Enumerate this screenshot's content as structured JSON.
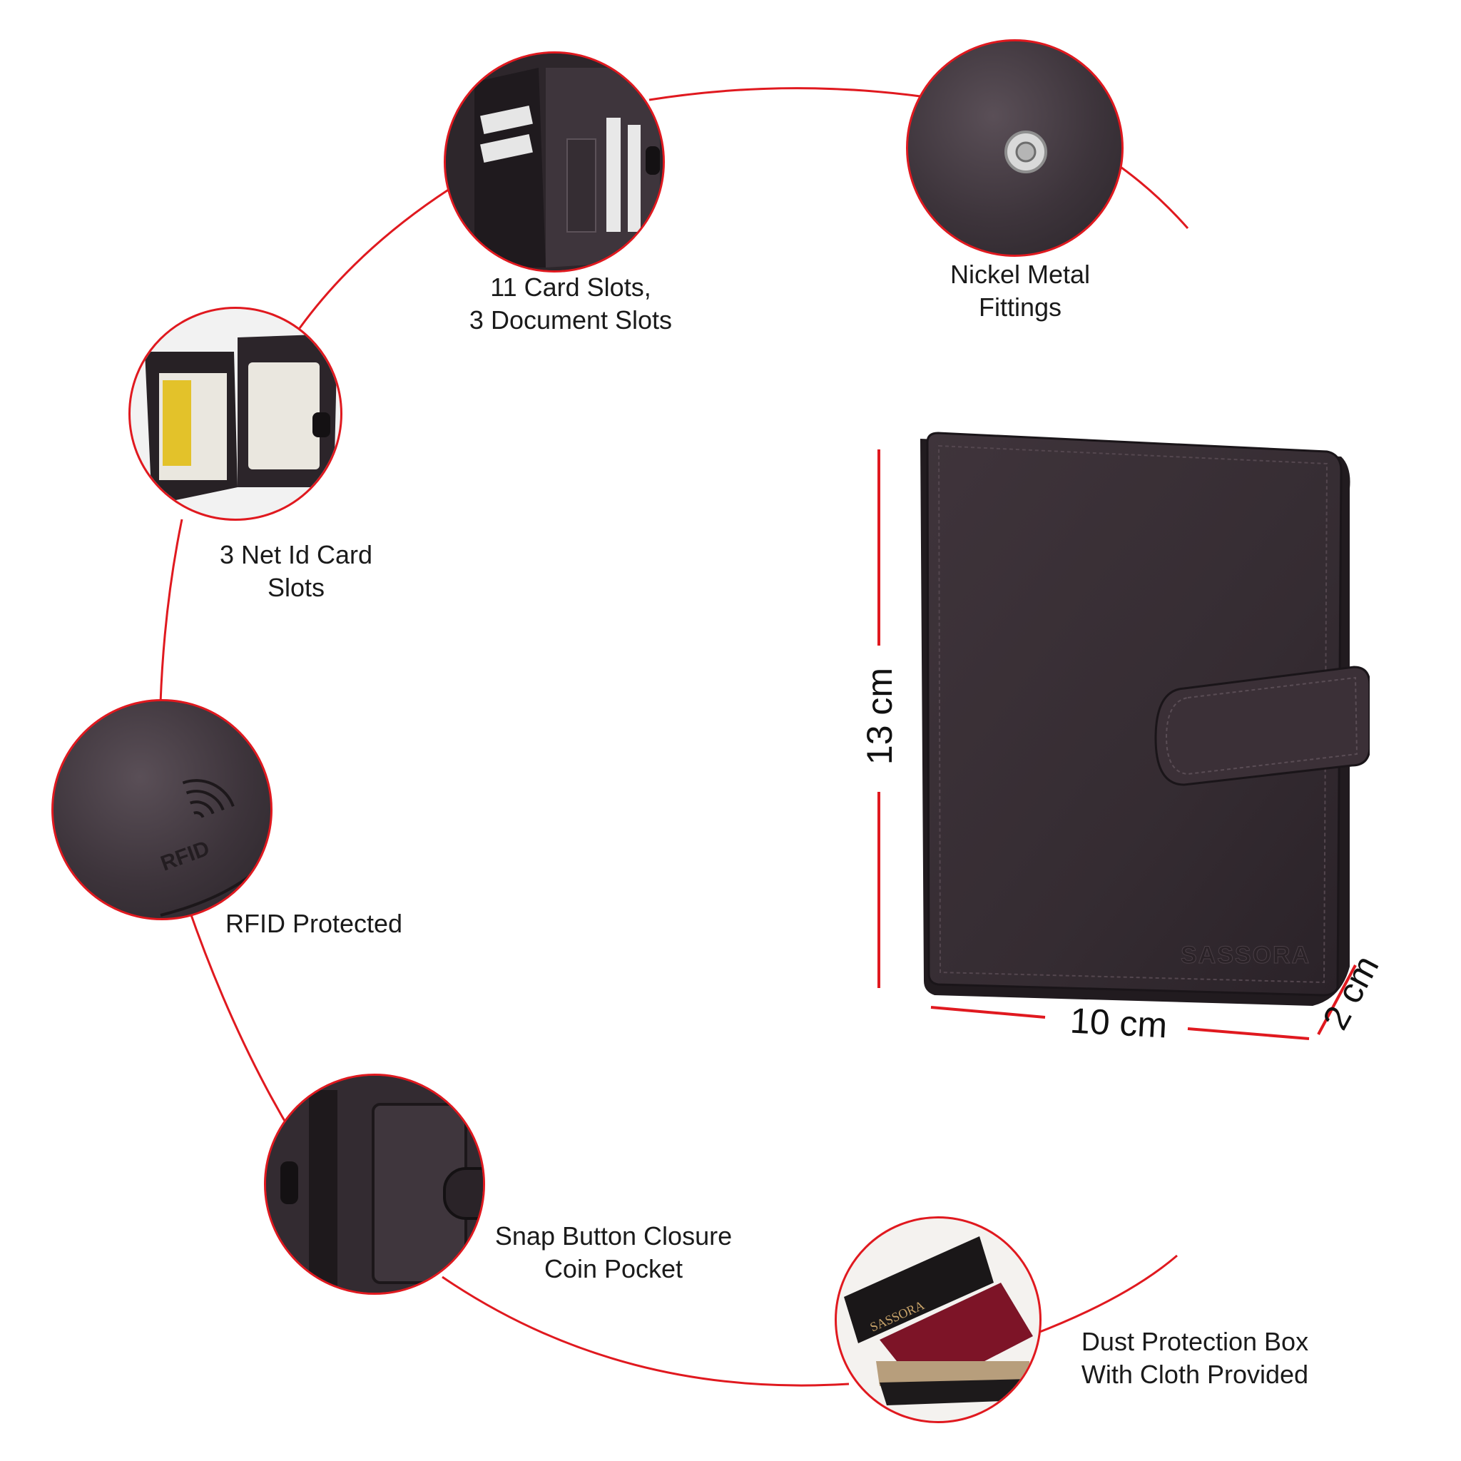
{
  "features": [
    {
      "id": "card-slots",
      "lines": [
        "11 Card Slots,",
        "3 Document Slots"
      ]
    },
    {
      "id": "nickel-metal",
      "lines": [
        "Nickel Metal",
        "Fittings"
      ]
    },
    {
      "id": "net-id",
      "lines": [
        "3 Net Id Card",
        "Slots"
      ]
    },
    {
      "id": "rfid",
      "lines": [
        "RFID Protected"
      ]
    },
    {
      "id": "snap-button",
      "lines": [
        "Snap Button Closure",
        "Coin Pocket"
      ]
    },
    {
      "id": "dust-box",
      "lines": [
        "Dust Protection Box",
        "With Cloth Provided"
      ]
    }
  ],
  "dimensions": {
    "height": "13 cm",
    "width": "10 cm",
    "depth": "2 cm"
  },
  "brand": {
    "logo_text": "SASSORA",
    "box_text": "SASSORA"
  },
  "colors": {
    "accent": "#e0191f",
    "leather": "#3b3037",
    "leather_dark": "#241d22"
  }
}
